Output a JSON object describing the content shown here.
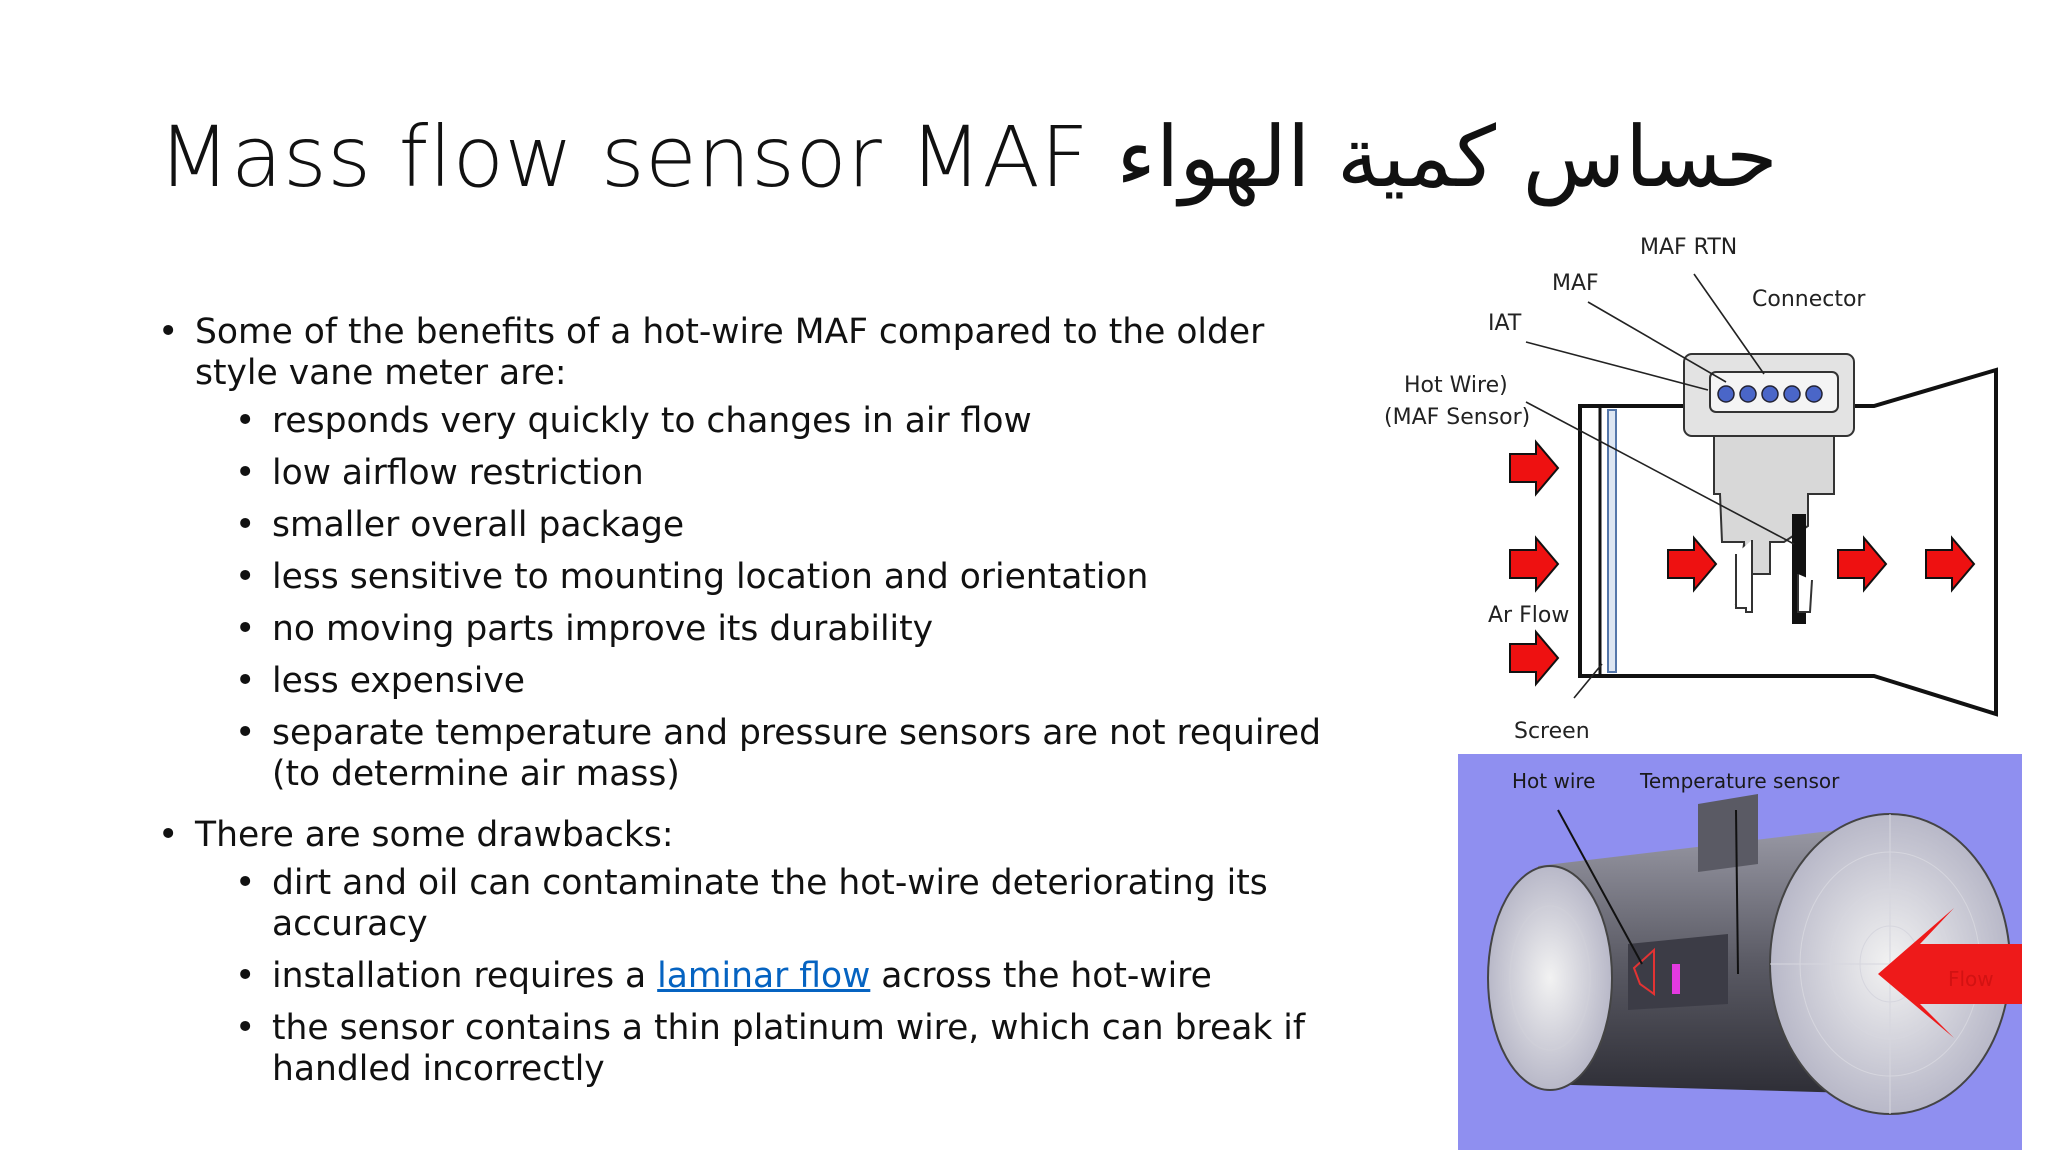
{
  "slide": {
    "title_en": "Mass flow sensor MAF",
    "title_ar": "حساس كمية الهواء"
  },
  "bullets": {
    "b1": "Some of the benefits of a hot-wire MAF compared to the older style vane meter are:",
    "b1_sub": [
      "responds very quickly to changes in air flow",
      "low airflow restriction",
      "smaller overall package",
      "less sensitive to mounting location and orientation",
      "no moving parts improve its durability",
      "less expensive",
      "separate temperature and pressure sensors are not required (to determine air mass)"
    ],
    "b2": "There are some drawbacks:",
    "b2_sub": {
      "s1": "dirt and oil can contaminate the hot-wire deteriorating its accuracy",
      "s2_before": "installation requires a ",
      "s2_link": "laminar flow",
      "s2_after": " across the hot-wire",
      "s3": "the sensor contains a thin platinum wire, which can break if handled incorrectly"
    }
  },
  "diagram1": {
    "labels": {
      "maf_rtn": "MAF RTN",
      "maf": "MAF",
      "connector": "Connector",
      "iat": "IAT",
      "hot_wire": "Hot Wire)",
      "maf_sensor": "(MAF Sensor)",
      "air_flow": "Ar Flow",
      "screen": "Screen"
    },
    "arrow_color": "#ee1111"
  },
  "diagram2": {
    "labels": {
      "hot_wire": "Hot wire",
      "temperature_sensor": "Temperature sensor",
      "flow": "Flow"
    },
    "background_color": "#8f8ff0"
  }
}
